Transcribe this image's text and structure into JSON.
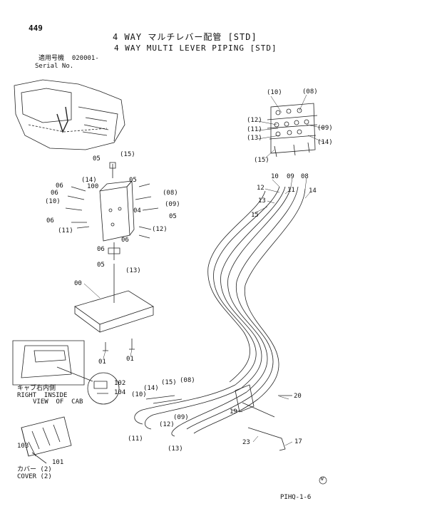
{
  "header": {
    "page_number": "449",
    "title_jp": "4 WAY マルチレバー配管 [STD]",
    "title_en": "4 WAY MULTI LEVER PIPING [STD]",
    "serial_label_jp": "適用号機  020001-",
    "serial_label_en": "Serial No."
  },
  "callouts": {
    "valve_top": [
      "(10)",
      "(08)",
      "(12)",
      "(11)",
      "(09)",
      "(13)",
      "(14)",
      "(15)"
    ],
    "hose_ends": [
      "10",
      "09",
      "08",
      "12",
      "11",
      "13",
      "14",
      "15"
    ],
    "multi_valve": [
      "05",
      "(15)",
      "06",
      "(14)",
      "100",
      "05",
      "06",
      "(08)",
      "(10)",
      "(09)",
      "04",
      "05",
      "06",
      "(11)",
      "(12)",
      "06"
    ],
    "fitting_below": [
      "06",
      "05",
      "(13)"
    ],
    "base": [
      "00",
      "01",
      "01"
    ],
    "inset": [
      "102",
      "104"
    ],
    "lower_pipes": [
      "(08)",
      "(15)",
      "(14)",
      "(10)",
      "(09)",
      "(12)",
      "(11)",
      "(13)"
    ],
    "clamp": [
      "20",
      "19",
      "23",
      "17"
    ],
    "cover": [
      "103",
      "101"
    ]
  },
  "notes": {
    "cab_jp": "キャブ右内側",
    "cab_en1": "RIGHT  INSIDE",
    "cab_en2": "VIEW  OF  CAB",
    "cover_jp": "カバー (2)",
    "cover_en": "COVER (2)",
    "circle_mark": "W"
  },
  "footer": {
    "code": "PIHQ-1-6"
  }
}
